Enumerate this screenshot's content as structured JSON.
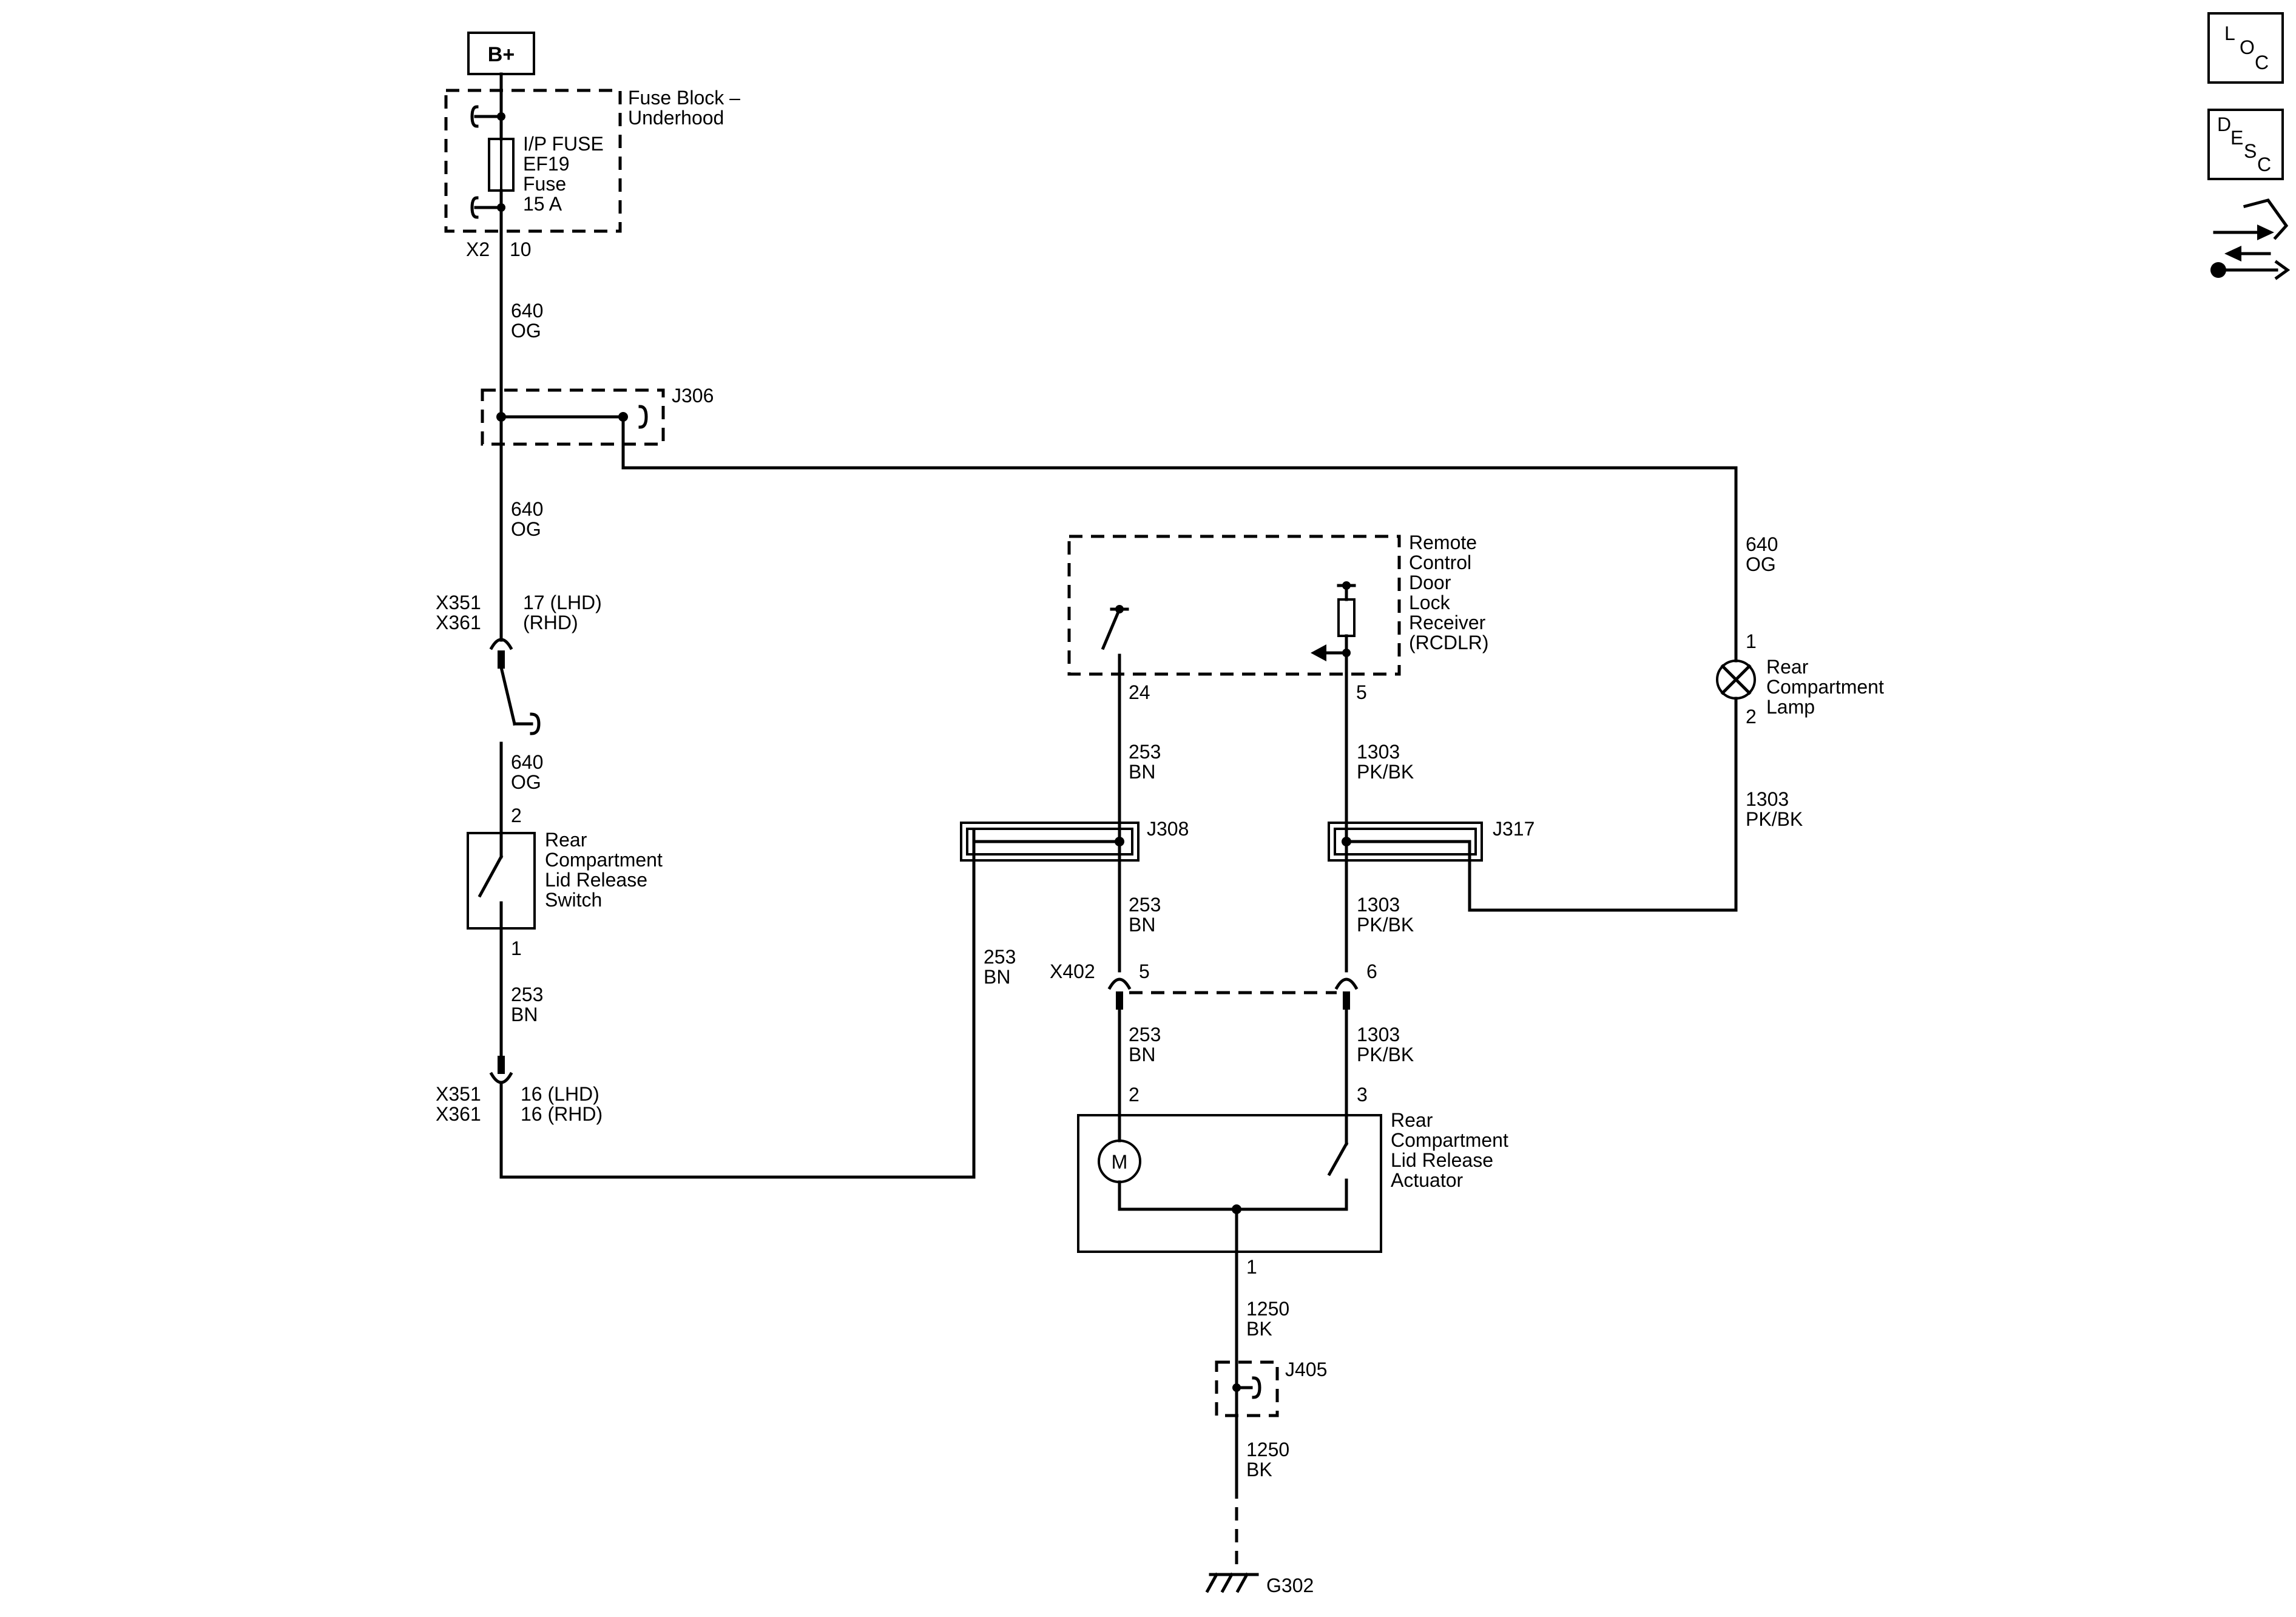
{
  "power": {
    "label": "B+"
  },
  "fuse_block": {
    "title": [
      "Fuse Block –",
      "Underhood"
    ],
    "fuse": [
      "I/P FUSE",
      "EF19",
      "Fuse",
      "15 A"
    ],
    "connector": "X2",
    "pin": "10"
  },
  "wires": {
    "og_640": {
      "circuit": "640",
      "color": "OG"
    },
    "bn_253": {
      "circuit": "253",
      "color": "BN"
    },
    "pkbk_1303": {
      "circuit": "1303",
      "color": "PK/BK"
    },
    "bk_1250": {
      "circuit": "1250",
      "color": "BK"
    }
  },
  "splices": {
    "j306": "J306",
    "j308": "J308",
    "j317": "J317",
    "j405": "J405"
  },
  "inline_connector_top": {
    "ids": [
      "X351",
      "X361"
    ],
    "pins": [
      "17 (LHD)",
      "(RHD)"
    ]
  },
  "inline_connector_bottom": {
    "ids": [
      "X351",
      "X361"
    ],
    "pins": [
      "16 (LHD)",
      "16 (RHD)"
    ]
  },
  "release_switch": {
    "title": [
      "Rear",
      "Compartment",
      "Lid Release",
      "Switch"
    ],
    "pin_top": "2",
    "pin_bottom": "1"
  },
  "rcdlr": {
    "title": [
      "Remote",
      "Control",
      "Door",
      "Lock",
      "Receiver",
      "(RCDLR)"
    ],
    "pin_left": "24",
    "pin_right": "5"
  },
  "x402": {
    "id": "X402",
    "pin_left": "5",
    "pin_right": "6"
  },
  "actuator": {
    "title": [
      "Rear",
      "Compartment",
      "Lid Release",
      "Actuator"
    ],
    "pin_left": "2",
    "pin_right": "3",
    "pin_bottom": "1",
    "motor_symbol": "M"
  },
  "lamp": {
    "title": [
      "Rear",
      "Compartment",
      "Lamp"
    ],
    "pin_top": "1",
    "pin_bottom": "2"
  },
  "ground": {
    "id": "G302"
  },
  "side_buttons": {
    "loc": [
      "L",
      "O",
      "C"
    ],
    "desc": [
      "D",
      "E",
      "S",
      "C"
    ],
    "connector_icon": "connector-end-view-icon"
  }
}
